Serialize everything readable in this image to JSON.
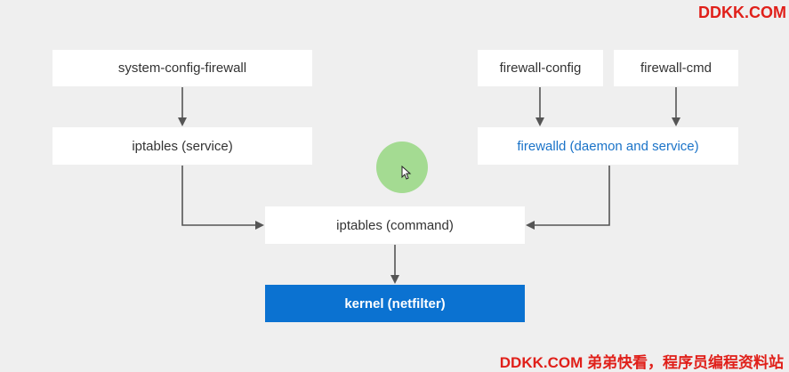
{
  "diagram": {
    "nodes": {
      "system_config_firewall": "system-config-firewall",
      "firewall_config": "firewall-config",
      "firewall_cmd": "firewall-cmd",
      "iptables_service": "iptables (service)",
      "firewalld": "firewalld (daemon and service)",
      "iptables_command": "iptables (command)",
      "kernel": "kernel (netfilter)"
    },
    "edges": [
      {
        "from": "system-config-firewall",
        "to": "iptables (service)"
      },
      {
        "from": "firewall-config",
        "to": "firewalld (daemon and service)"
      },
      {
        "from": "firewall-cmd",
        "to": "firewalld (daemon and service)"
      },
      {
        "from": "iptables (service)",
        "to": "iptables (command)"
      },
      {
        "from": "firewalld (daemon and service)",
        "to": "iptables (command)"
      },
      {
        "from": "iptables (command)",
        "to": "kernel (netfilter)"
      }
    ],
    "colors": {
      "background": "#efefef",
      "box": "#ffffff",
      "kernel": "#0b72d1",
      "firewalld_text": "#1a73c8",
      "arrow": "#555555",
      "cursor_highlight": "#9fd98c"
    }
  },
  "watermark": {
    "top": "DDKK.COM",
    "bottom": "DDKK.COM 弟弟快看，程序员编程资料站"
  }
}
